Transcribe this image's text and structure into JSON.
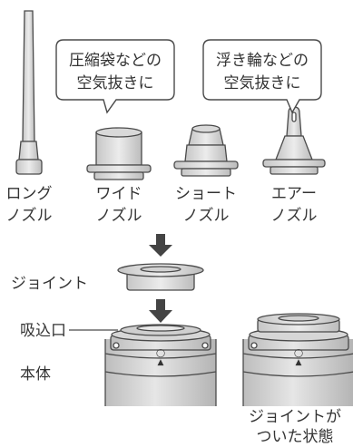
{
  "nozzles": [
    {
      "line1": "ロング",
      "line2": "ノズル"
    },
    {
      "line1": "ワイド",
      "line2": "ノズル"
    },
    {
      "line1": "ショート",
      "line2": "ノズル"
    },
    {
      "line1": "エアー",
      "line2": "ノズル"
    }
  ],
  "bubbles": [
    {
      "line1": "圧縮袋などの",
      "line2": "空気抜きに"
    },
    {
      "line1": "浮き輪などの",
      "line2": "空気抜きに"
    }
  ],
  "labels": {
    "joint": "ジョイント",
    "intake": "吸込口",
    "body": "本体",
    "attached_line1": "ジョイントが",
    "attached_line2": "ついた状態"
  },
  "body_marks": {
    "ring": "◯",
    "arrow": "▲"
  },
  "colors": {
    "outline": "#4a4a4a",
    "fill_light": "#e2e2e2",
    "fill_mid": "#c8c8c8",
    "fill_dark": "#9a9a9a",
    "arrow": "#444444",
    "text": "#333333"
  }
}
